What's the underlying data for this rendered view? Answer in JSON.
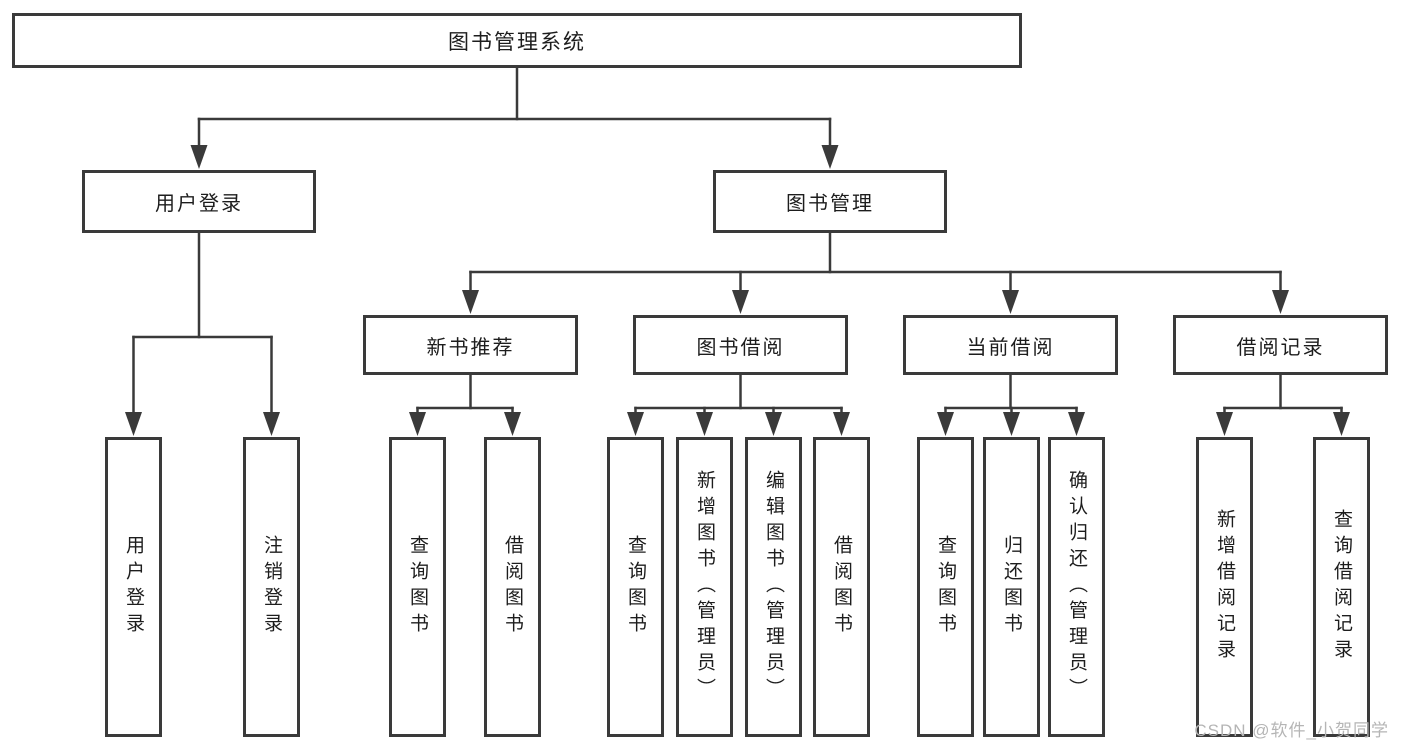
{
  "colors": {
    "line": "#3a3a3a",
    "box_border": "#3a3a3a",
    "box_fill": "#ffffff",
    "text": "#1d1d1d",
    "watermark": "#b5b5b5"
  },
  "watermark": {
    "text": "CSDN @软件_小贺同学"
  },
  "nodes": {
    "root": {
      "label": "图书管理系统"
    },
    "user_login": {
      "label": "用户登录",
      "children": [
        {
          "label": "用户登录"
        },
        {
          "label": "注销登录"
        }
      ]
    },
    "book_management": {
      "label": "图书管理",
      "children": [
        {
          "label": "新书推荐",
          "children": [
            {
              "label": "查询图书"
            },
            {
              "label": "借阅图书"
            }
          ]
        },
        {
          "label": "图书借阅",
          "children": [
            {
              "label": "查询图书"
            },
            {
              "label": "新增图书（管理员）"
            },
            {
              "label": "编辑图书（管理员）"
            },
            {
              "label": "借阅图书"
            }
          ]
        },
        {
          "label": "当前借阅",
          "children": [
            {
              "label": "查询图书"
            },
            {
              "label": "归还图书"
            },
            {
              "label": "确认归还（管理员）"
            }
          ]
        },
        {
          "label": "借阅记录",
          "children": [
            {
              "label": "新增借阅记录"
            },
            {
              "label": "查询借阅记录"
            }
          ]
        }
      ]
    }
  }
}
